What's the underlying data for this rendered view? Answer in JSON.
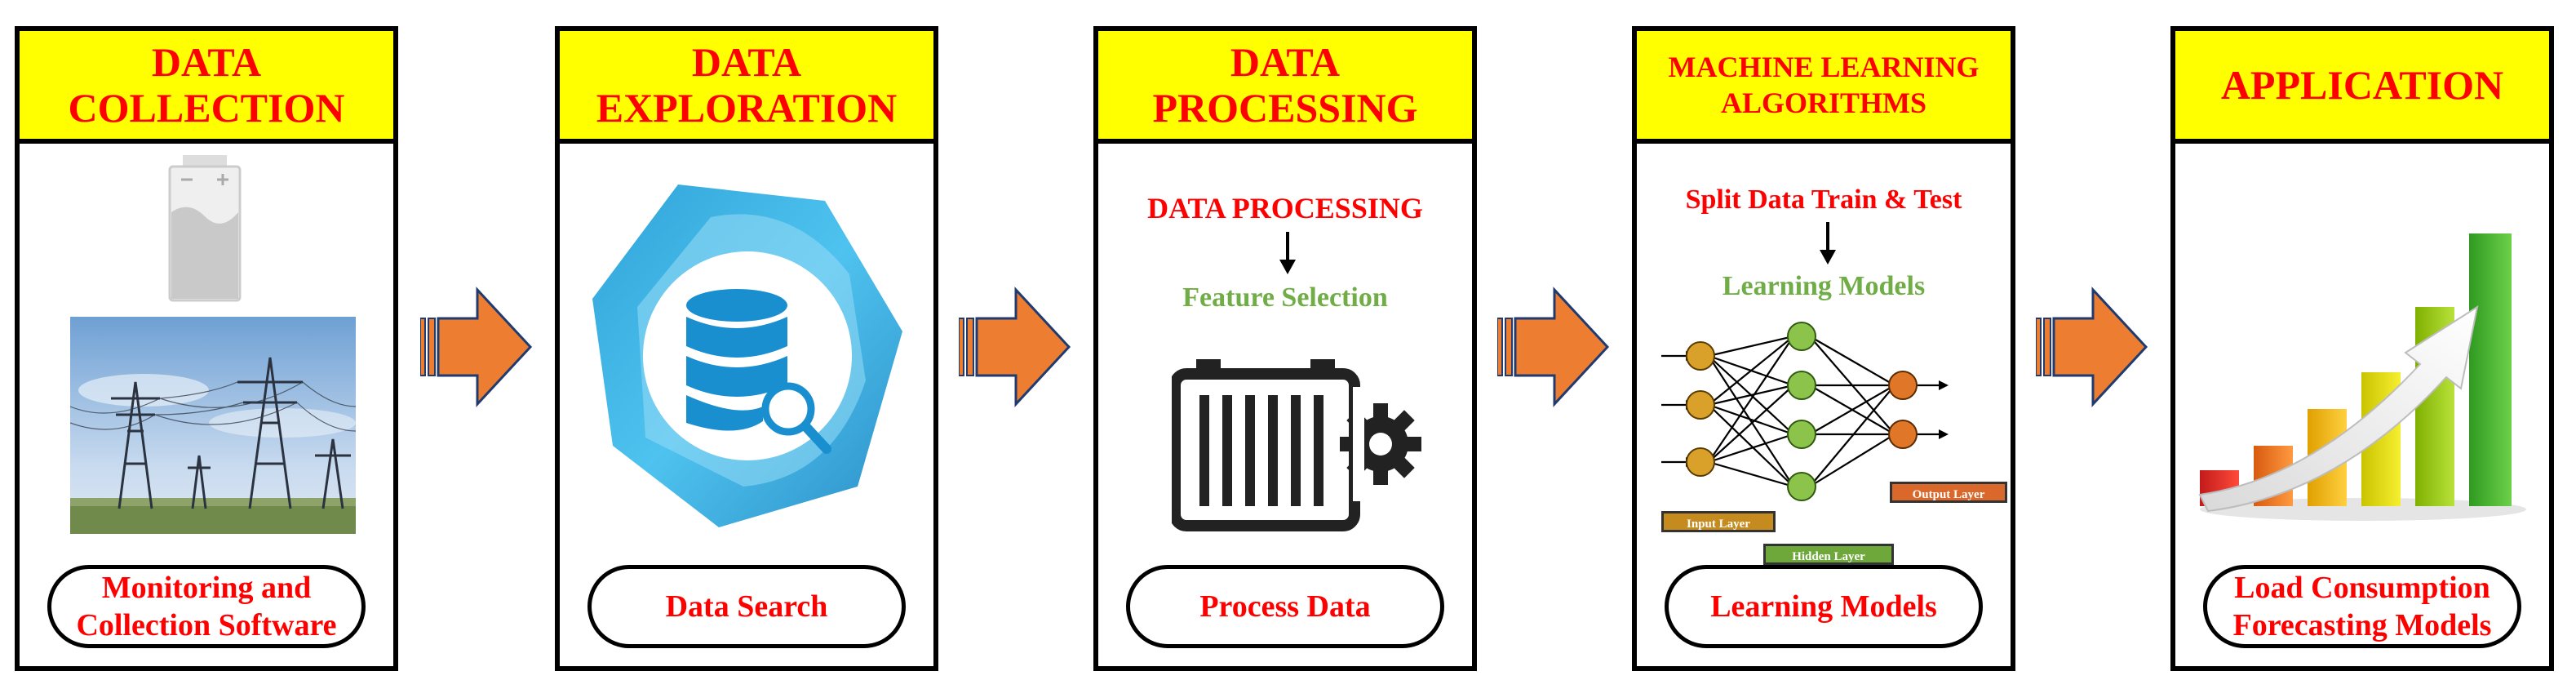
{
  "colors": {
    "header_bg": "#ffff00",
    "title": "#ff0000",
    "accent_green": "#70ad47",
    "arrow": "#ed7d31"
  },
  "stages": [
    {
      "title_line1": "DATA",
      "title_line2": "COLLECTION",
      "pill_line1": "Monitoring and",
      "pill_line2": "Collection Software"
    },
    {
      "title_line1": "DATA",
      "title_line2": "EXPLORATION",
      "pill": "Data Search"
    },
    {
      "title_line1": "DATA",
      "title_line2": "PROCESSING",
      "step1": "DATA PROCESSING",
      "step2": "Feature Selection",
      "pill": "Process Data"
    },
    {
      "title_line1": "MACHINE LEARNING",
      "title_line2": "ALGORITHMS",
      "step1": "Split Data Train & Test",
      "step2": "Learning Models",
      "pill": "Learning Models",
      "nn_labels": {
        "input": "Input Layer",
        "hidden": "Hidden Layer",
        "output": "Output Layer"
      }
    },
    {
      "title": "APPLICATION",
      "pill_line1": "Load Consumption",
      "pill_line2": "Forecasting Models"
    }
  ]
}
